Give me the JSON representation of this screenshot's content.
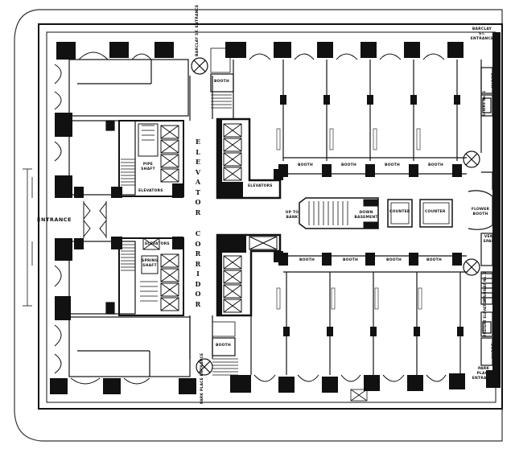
{
  "labels": {
    "elevator_corridor_top": "ELEVATOR",
    "elevator_corridor_bottom": "CORRIDOR",
    "entrance_left": "ENTRANCE",
    "barclay_entrance_1": "BARCLAY ST. ENTRANCE",
    "barclay_entrance_2": "BARCLAY ST. ENTRANCE",
    "park_place_entrance_1": "PARK PLACE ENTRANCE",
    "park_place_entrance_2": "PARK PLACE ENTRANCE",
    "elevators_upper_left": "ELEVATORS",
    "elevators_upper_right": "ELEVATORS",
    "elevators_lower_right": "ELEVATORS",
    "pipe_shaft": "PIPE SHAFT",
    "spring_shaft": "SPRING SHAFT",
    "booth": "BOOTH",
    "up_to_bank": "UP TO BANK",
    "down_basement": "DOWN BASEMENT",
    "counter": "COUNTER",
    "flower_booth": "FLOWER BOOTH",
    "vent_space": "VENT SPACE",
    "stairway_no2": "STAIRWAY No. 2",
    "freight_elevator": "FREIGHT ELEVATOR",
    "stairs_no1": "STAIRS No. 1"
  }
}
